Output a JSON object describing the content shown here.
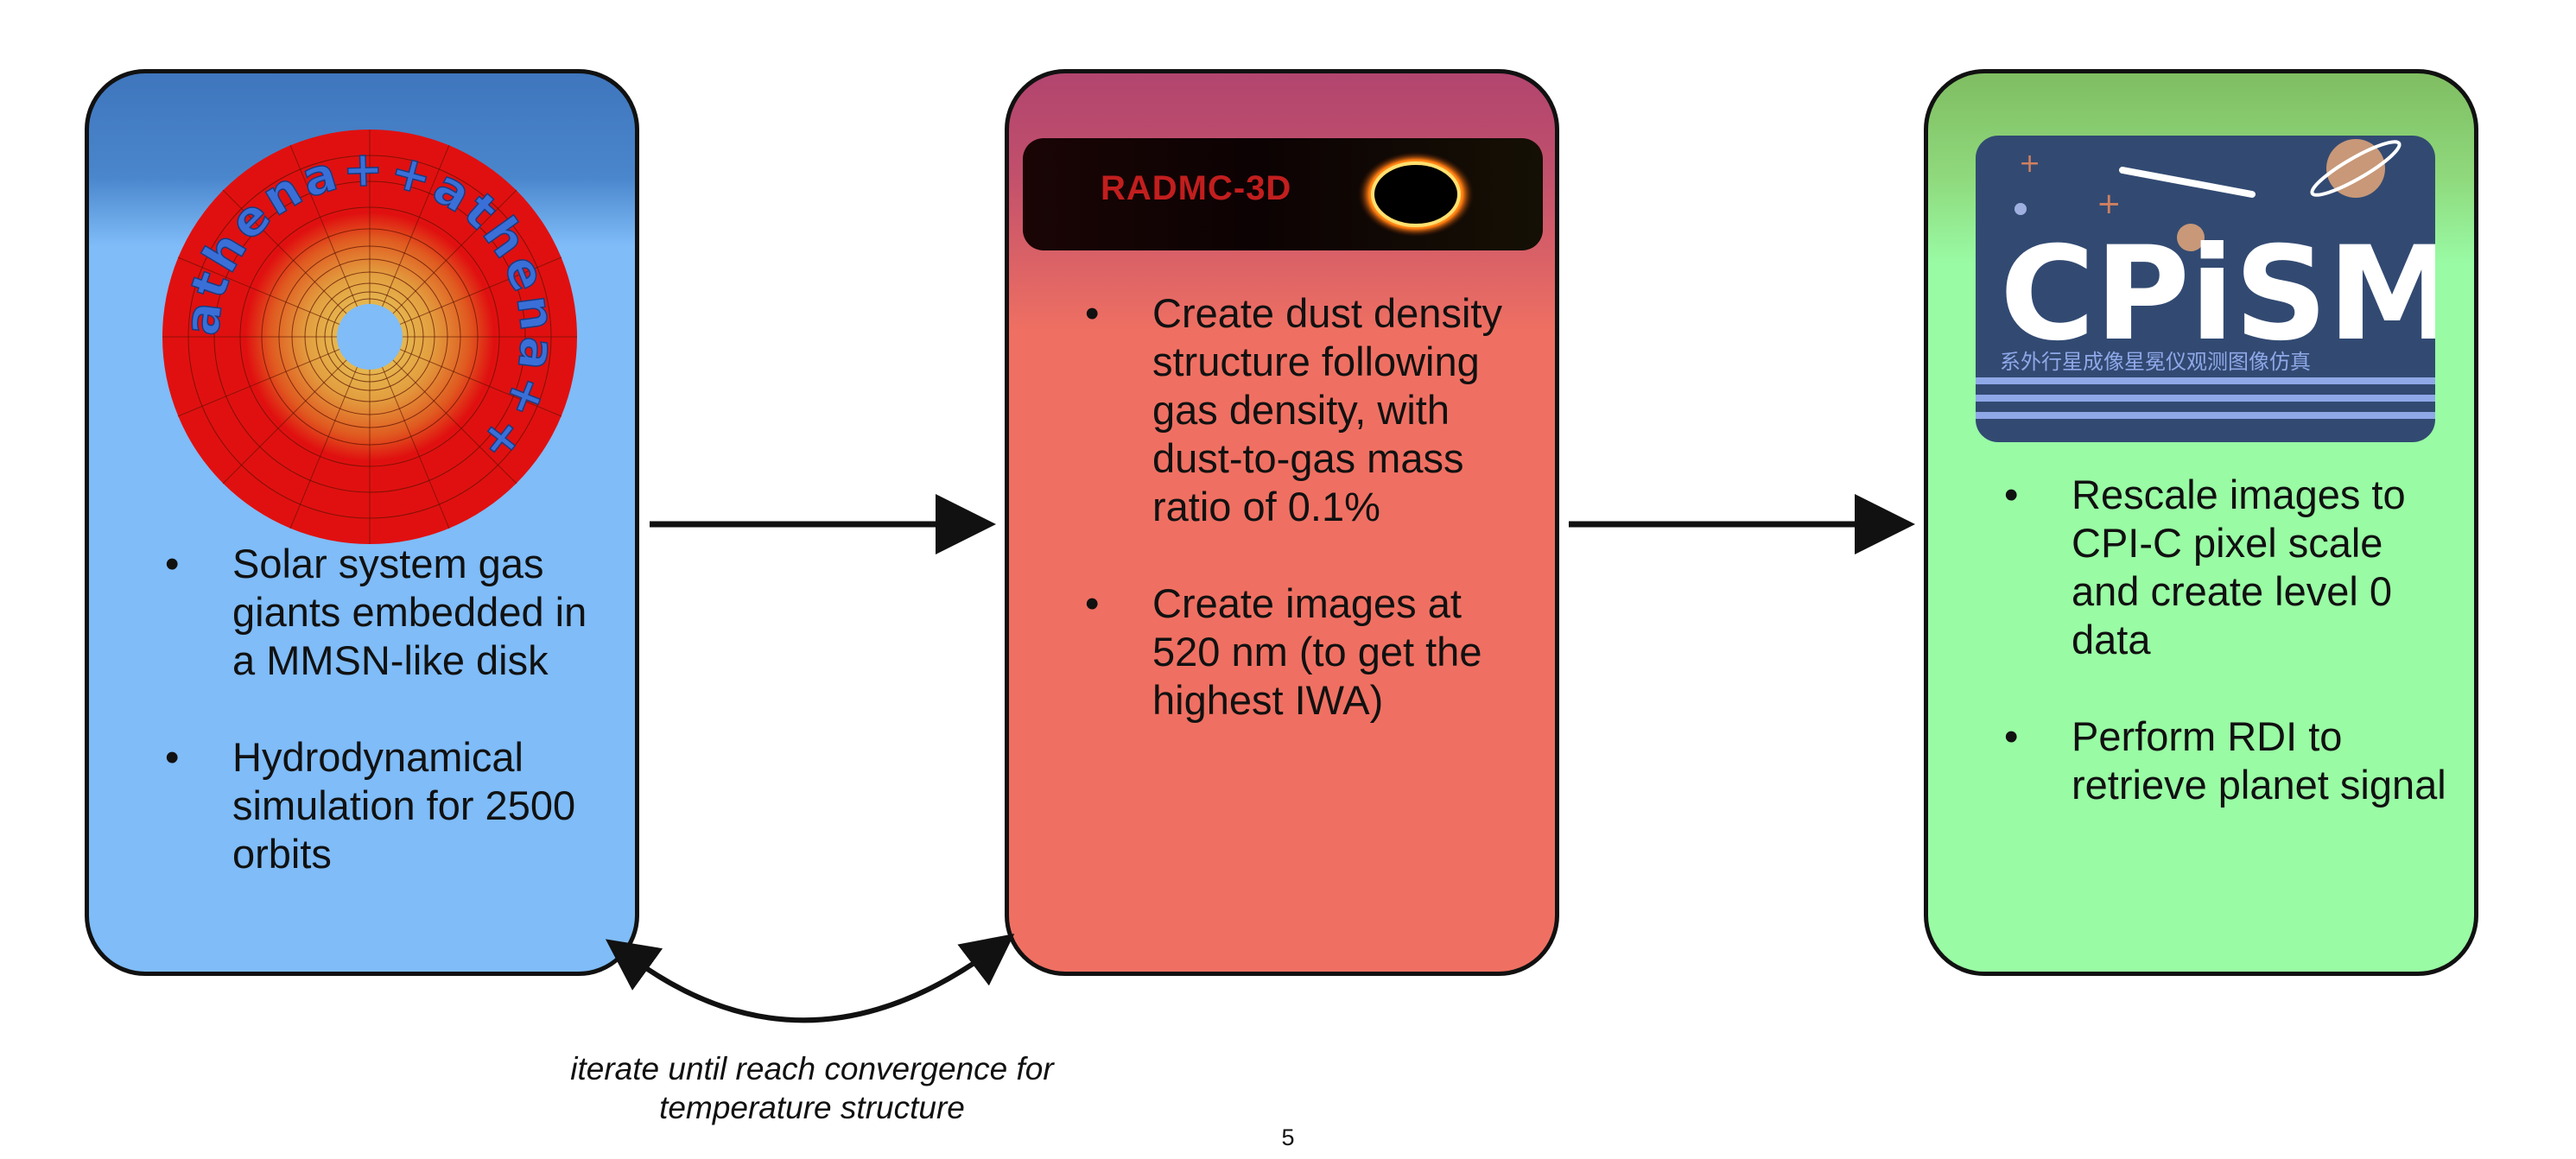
{
  "boxes": {
    "hydro": {
      "bullets": [
        "Solar system gas giants embedded in a MMSN-like disk",
        "Hydrodynamical simulation for 2500 orbits"
      ],
      "logo_text": "athena++athena++"
    },
    "radiative": {
      "banner_text": "RADMC-3D",
      "bullets": [
        "Create dust density structure following gas density, with dust-to-gas mass ratio of 0.1%",
        "Create images at 520 nm (to get the highest IWA)"
      ]
    },
    "imaging": {
      "logo_title": "CPiSM",
      "logo_subtitle": "系外行星成像星冕仪观测图像仿真",
      "bullets": [
        "Rescale images to CPI-C pixel scale and create level 0 data",
        "Perform RDI to retrieve planet signal"
      ]
    }
  },
  "loop_caption": "iterate until reach convergence for temperature structure",
  "page_number": "5",
  "colors": {
    "box1": "#7fbcf8",
    "box2": "#ef7062",
    "box3": "#99fba4",
    "outline": "#111111"
  }
}
